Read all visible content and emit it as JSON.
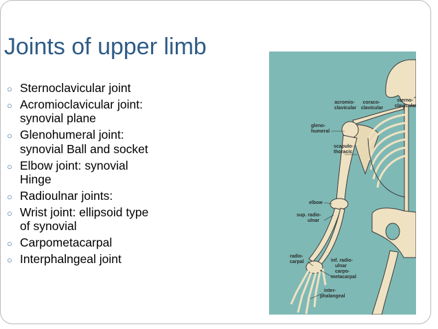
{
  "slide": {
    "title": "Joints of upper limb",
    "bullets": [
      [
        "Sternoclavicular joint"
      ],
      [
        "Acromioclavicular joint:",
        "synovial plane"
      ],
      [
        "Glenohumeral joint:",
        "synovial Ball and socket"
      ],
      [
        "Elbow joint: synovial",
        "Hinge"
      ],
      [
        "Radioulnar joints:"
      ],
      [
        "Wrist joint: ellipsoid type",
        "of synovial"
      ],
      [
        "Carpometacarpal"
      ],
      [
        "Interphalngeal joint"
      ]
    ]
  },
  "figure": {
    "labels": {
      "sternoclavicular": [
        "sterno-",
        "clavicular"
      ],
      "acromioclavicular": [
        "acromio-",
        "clavicular"
      ],
      "coracoclavicular": [
        "coraco-",
        "clavicular"
      ],
      "glenohumeral": [
        "gleno-",
        "humeral"
      ],
      "scapulothoracic": [
        "scapulo-",
        "thoracic"
      ],
      "elbow": [
        "elbow"
      ],
      "sup_radioulnar": [
        "sup. radio-",
        "ulnar"
      ],
      "radiocarpal": [
        "radio-",
        "carpal"
      ],
      "inf_radioulnar": [
        "inf. radio-",
        "ulnar"
      ],
      "carpometacarpal": [
        "carpo-",
        "metacarpal"
      ],
      "interphalangeal": [
        "inter-",
        "phalangeal"
      ]
    },
    "colors": {
      "background": "#7fb9b5",
      "bone": "#efe2c2",
      "outline": "#3a3a3a",
      "title": "#2e5b86",
      "bullet": "#2e6aa0"
    }
  }
}
